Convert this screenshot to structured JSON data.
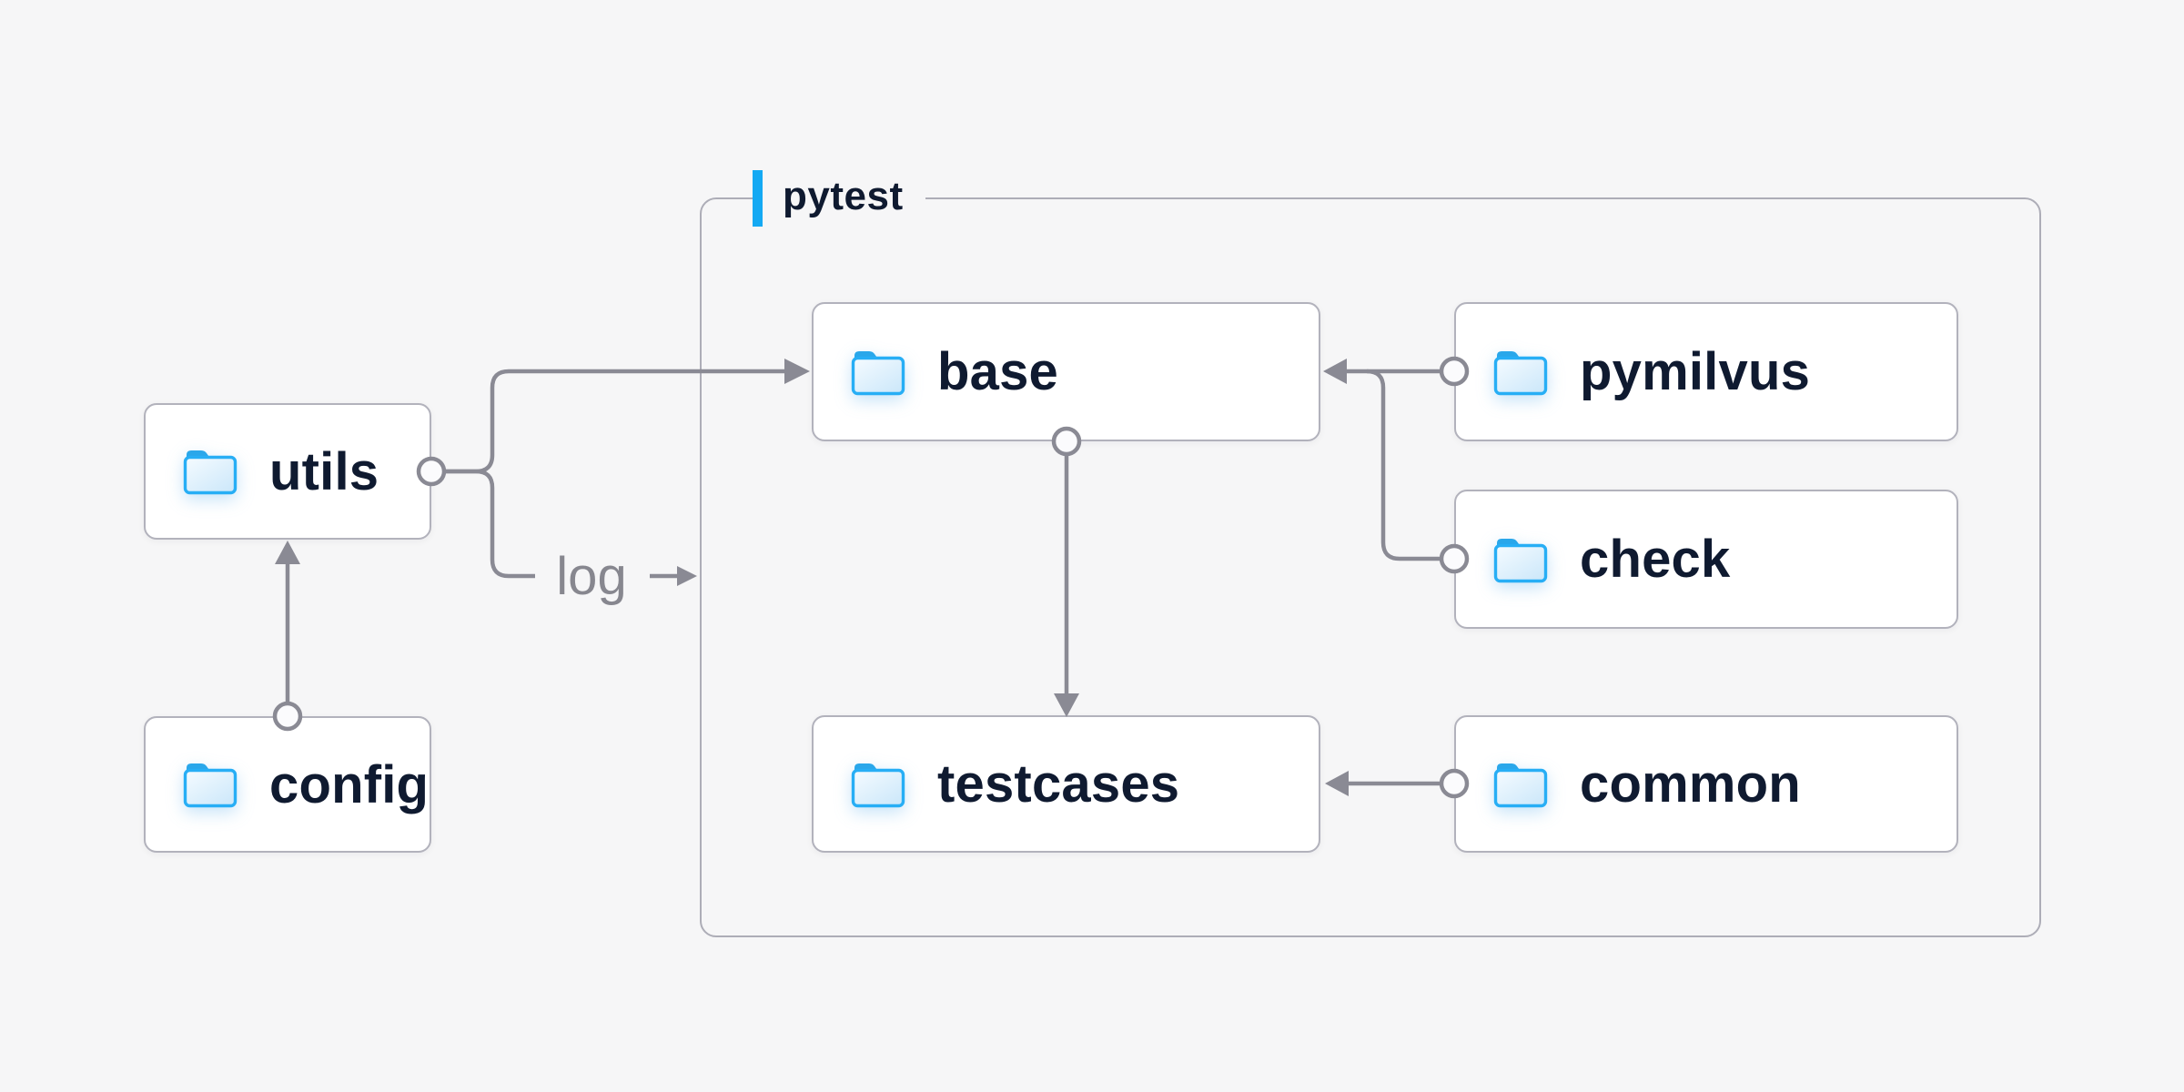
{
  "page": {
    "background_color": "#f6f6f7"
  },
  "diagram": {
    "container": {
      "label": "pytest",
      "accent_color": "#14a9f3",
      "border_color": "#adadb7"
    },
    "nodes": [
      {
        "id": "utils",
        "label": "utils",
        "icon": "folder-icon",
        "inside_container": false
      },
      {
        "id": "config",
        "label": "config",
        "icon": "folder-icon",
        "inside_container": false
      },
      {
        "id": "base",
        "label": "base",
        "icon": "folder-icon",
        "inside_container": true
      },
      {
        "id": "pymilvus",
        "label": "pymilvus",
        "icon": "folder-icon",
        "inside_container": true
      },
      {
        "id": "check",
        "label": "check",
        "icon": "folder-icon",
        "inside_container": true
      },
      {
        "id": "testcases",
        "label": "testcases",
        "icon": "folder-icon",
        "inside_container": true
      },
      {
        "id": "common",
        "label": "common",
        "icon": "folder-icon",
        "inside_container": true
      }
    ],
    "edges": [
      {
        "from": "config",
        "to": "utils",
        "style": "arrow-with-dot"
      },
      {
        "from": "utils",
        "to": "base",
        "style": "arrow-with-dot"
      },
      {
        "from": "utils",
        "to": "pytest",
        "style": "arrow-with-dot",
        "label": "log"
      },
      {
        "from": "base",
        "to": "testcases",
        "style": "arrow-with-dot"
      },
      {
        "from": "pymilvus",
        "to": "base",
        "style": "arrow-with-dot"
      },
      {
        "from": "check",
        "to": "base",
        "style": "arrow-with-dot"
      },
      {
        "from": "common",
        "to": "testcases",
        "style": "arrow-with-dot"
      }
    ],
    "edge_label": "log",
    "colors": {
      "connector": "#8a8a94",
      "node_border": "#b2b2bc",
      "node_fill": "#ffffff",
      "node_text": "#0f1a30",
      "edge_label_text": "#87878f",
      "folder_outline": "#27aef5",
      "folder_tab": "#2aa7ea",
      "folder_fill_light": "#f5fbff",
      "folder_fill_dark": "#cde8fa"
    }
  }
}
